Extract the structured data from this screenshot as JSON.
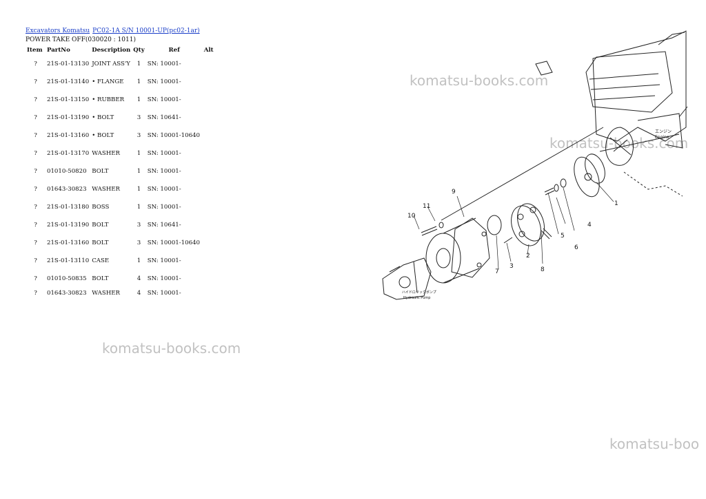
{
  "breadcrumb": {
    "link1": "Excavators Komatsu",
    "link2": "PC02-1A S/N 10001-UP(pc02-1ar)"
  },
  "subtitle": "POWER TAKE OFF(030020 : 1011)",
  "table": {
    "headers": {
      "item": "Item",
      "part": "PartNo",
      "desc": "Description",
      "qty": "Qty",
      "ref": "Ref",
      "alt": "Alt"
    },
    "rows": [
      {
        "item": "?",
        "part": "21S-01-13130",
        "desc": "JOINT ASS'Y",
        "qty": "1",
        "ref": "SN: 10001-"
      },
      {
        "item": "?",
        "part": "21S-01-13140",
        "desc": "• FLANGE",
        "qty": "1",
        "ref": "SN: 10001-"
      },
      {
        "item": "?",
        "part": "21S-01-13150",
        "desc": "• RUBBER",
        "qty": "1",
        "ref": "SN: 10001-"
      },
      {
        "item": "?",
        "part": "21S-01-13190",
        "desc": "• BOLT",
        "qty": "3",
        "ref": "SN: 10641-"
      },
      {
        "item": "?",
        "part": "21S-01-13160",
        "desc": "• BOLT",
        "qty": "3",
        "ref": "SN: 10001-10640"
      },
      {
        "item": "?",
        "part": "21S-01-13170",
        "desc": "WASHER",
        "qty": "1",
        "ref": "SN: 10001-"
      },
      {
        "item": "?",
        "part": "01010-50820",
        "desc": "BOLT",
        "qty": "1",
        "ref": "SN: 10001-"
      },
      {
        "item": "?",
        "part": "01643-30823",
        "desc": "WASHER",
        "qty": "1",
        "ref": "SN: 10001-"
      },
      {
        "item": "?",
        "part": "21S-01-13180",
        "desc": "BOSS",
        "qty": "1",
        "ref": "SN: 10001-"
      },
      {
        "item": "?",
        "part": "21S-01-13190",
        "desc": "BOLT",
        "qty": "3",
        "ref": "SN: 10641-"
      },
      {
        "item": "?",
        "part": "21S-01-13160",
        "desc": "BOLT",
        "qty": "3",
        "ref": "SN: 10001-10640"
      },
      {
        "item": "?",
        "part": "21S-01-13110",
        "desc": "CASE",
        "qty": "1",
        "ref": "SN: 10001-"
      },
      {
        "item": "?",
        "part": "01010-50835",
        "desc": "BOLT",
        "qty": "4",
        "ref": "SN: 10001-"
      },
      {
        "item": "?",
        "part": "01643-30823",
        "desc": "WASHER",
        "qty": "4",
        "ref": "SN: 10001-"
      }
    ]
  },
  "watermark": "komatsu-books.com",
  "watermark_cut": "komatsu-boo",
  "diagram": {
    "callouts": [
      "1",
      "2",
      "3",
      "4",
      "5",
      "6",
      "7",
      "8",
      "9",
      "10",
      "11"
    ],
    "engine_jp": "エンジン",
    "engine_en": "Engine",
    "pump_jp": "ハイドロリックポンプ",
    "pump_en": "Hydraulic Pump"
  }
}
